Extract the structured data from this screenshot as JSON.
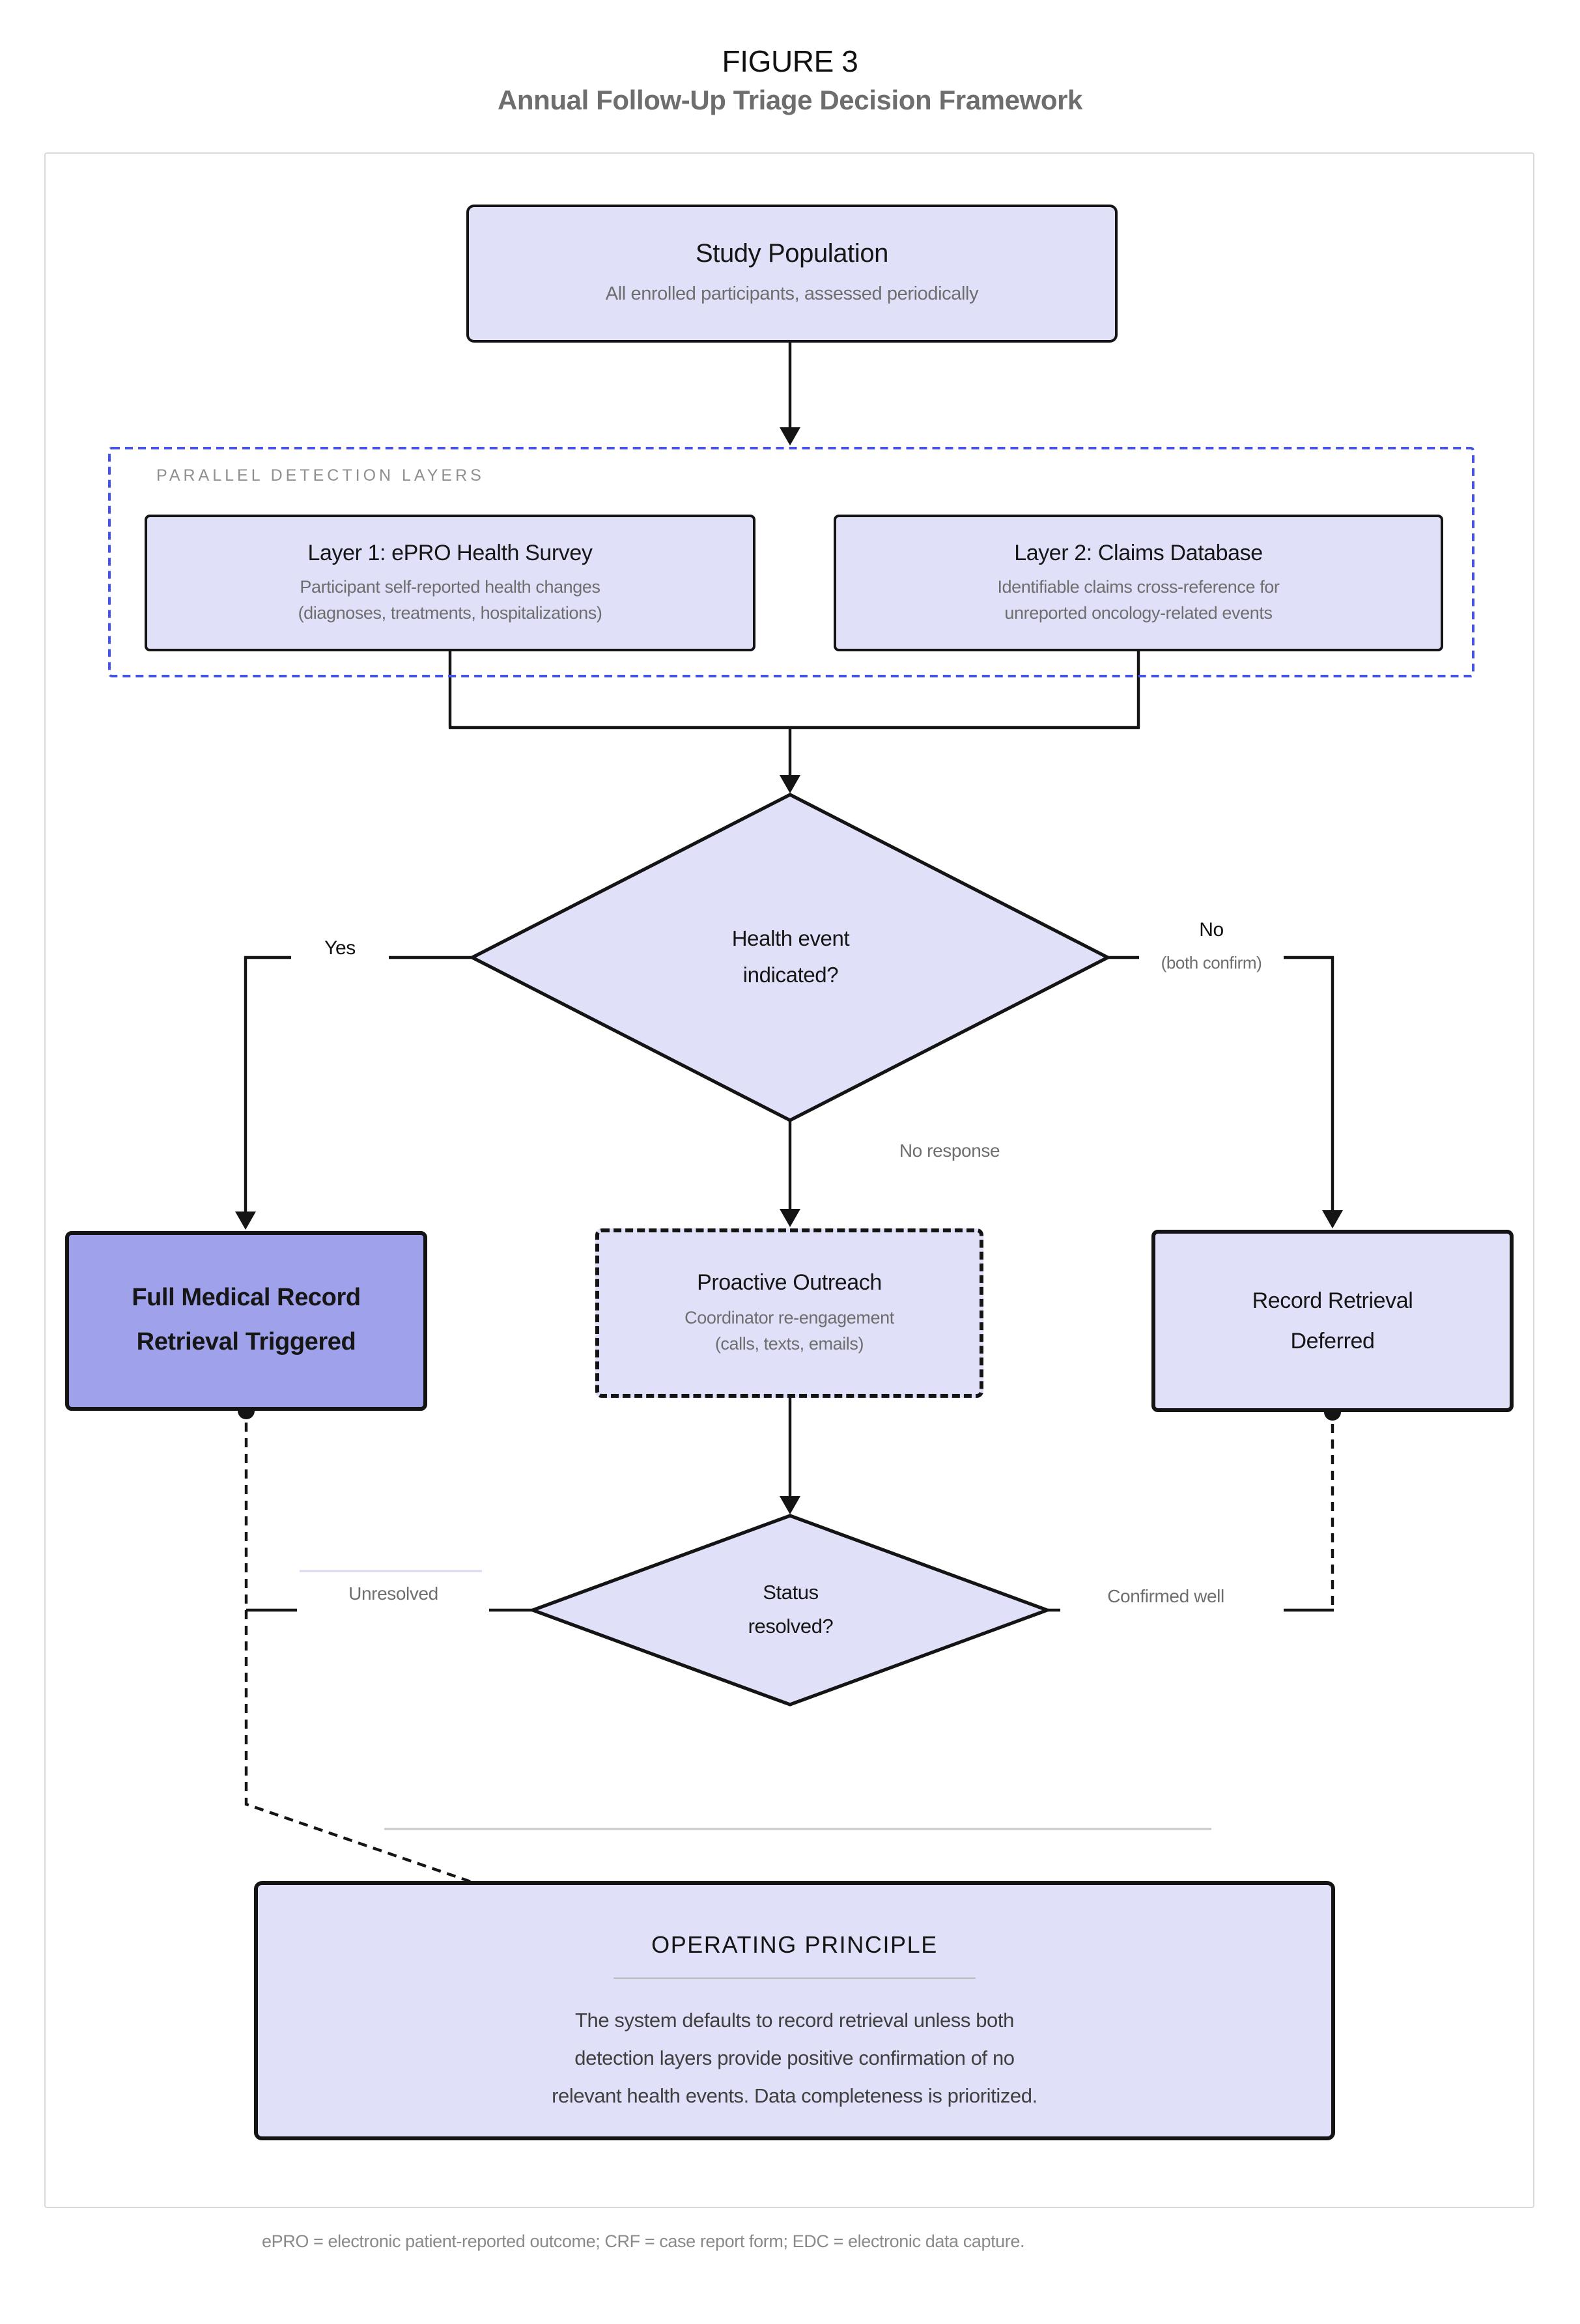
{
  "figure": {
    "label": "FIGURE 3",
    "title": "Annual Follow-Up Triage Decision Framework"
  },
  "nodes": {
    "study": {
      "title": "Study Population",
      "subtitle": "All enrolled participants, assessed periodically"
    },
    "detection": {
      "label": "PARALLEL DETECTION LAYERS",
      "layer1": {
        "title": "Layer 1: ePRO Health Survey",
        "subtitle_line1": "Participant self-reported health changes",
        "subtitle_line2": "(diagnoses, treatments, hospitalizations)"
      },
      "layer2": {
        "title": "Layer 2: Claims Database",
        "subtitle_line1": "Identifiable claims cross-reference for",
        "subtitle_line2": "unreported oncology-related events"
      }
    },
    "decision_health_event": {
      "line1": "Health event",
      "line2": "indicated?"
    },
    "full_retrieval": {
      "line1": "Full Medical Record",
      "line2": "Retrieval Triggered"
    },
    "outreach": {
      "title": "Proactive Outreach",
      "subtitle_line1": "Coordinator re-engagement",
      "subtitle_line2": "(calls, texts, emails)"
    },
    "deferred": {
      "line1": "Record Retrieval",
      "line2": "Deferred"
    },
    "decision_status": {
      "line1": "Status",
      "line2": "resolved?"
    },
    "principle": {
      "title": "OPERATING PRINCIPLE",
      "body_line1": "The system defaults to record retrieval unless both",
      "body_line2": "detection layers provide positive confirmation of no",
      "body_line3": "relevant health events. Data completeness is prioritized."
    }
  },
  "edges": {
    "yes": "Yes",
    "no": "No",
    "no_qualifier": "(both confirm)",
    "no_response": "No response",
    "unresolved": "Unresolved",
    "confirmed_well": "Confirmed well"
  },
  "footnote": "ePRO = electronic patient-reported outcome; CRF = case report form; EDC = electronic data capture.",
  "theme": {
    "accent_dashed_border": "#4653e0",
    "node_fill_light": "#e0e1f9",
    "node_fill_highlight": "#9fa2ea",
    "line_color": "#141414",
    "muted_text": "#6e6e6e"
  }
}
